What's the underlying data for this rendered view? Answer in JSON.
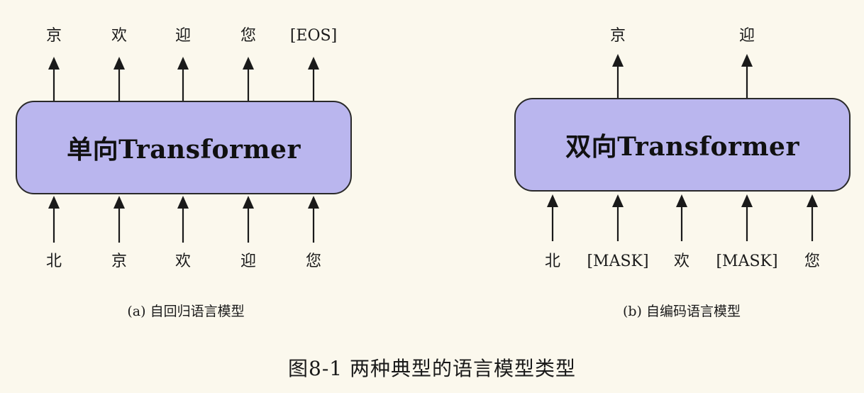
{
  "panel_a": {
    "outputs": [
      "京",
      "欢",
      "迎",
      "您",
      "[EOS]"
    ],
    "inputs": [
      "北",
      "京",
      "欢",
      "迎",
      "您"
    ],
    "box_label": "单向Transformer",
    "caption": "(a) 自回归语言模型"
  },
  "panel_b": {
    "outputs": [
      "京",
      "迎"
    ],
    "inputs": [
      "北",
      "[MASK]",
      "欢",
      "[MASK]",
      "您"
    ],
    "box_label": "双向Transformer",
    "caption": "(b) 自编码语言模型"
  },
  "figure_caption": "图8-1 两种典型的语言模型类型",
  "colors": {
    "background": "#fbf8ed",
    "box_fill": "#bab6ee",
    "box_border": "#2a2a2a",
    "ink": "#1a1a1a"
  }
}
